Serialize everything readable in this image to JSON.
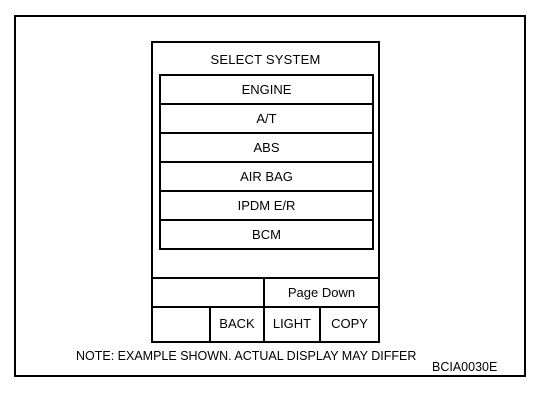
{
  "screen": {
    "title": "SELECT SYSTEM",
    "menu_items": [
      {
        "label": "ENGINE"
      },
      {
        "label": "A/T"
      },
      {
        "label": "ABS"
      },
      {
        "label": "AIR BAG"
      },
      {
        "label": "IPDM E/R"
      },
      {
        "label": "BCM"
      }
    ],
    "page_down_label": "Page Down",
    "buttons": {
      "back": "BACK",
      "light": "LIGHT",
      "copy": "COPY"
    }
  },
  "note": "NOTE: EXAMPLE SHOWN. ACTUAL DISPLAY MAY DIFFER",
  "figure_code": "BCIA0030E"
}
